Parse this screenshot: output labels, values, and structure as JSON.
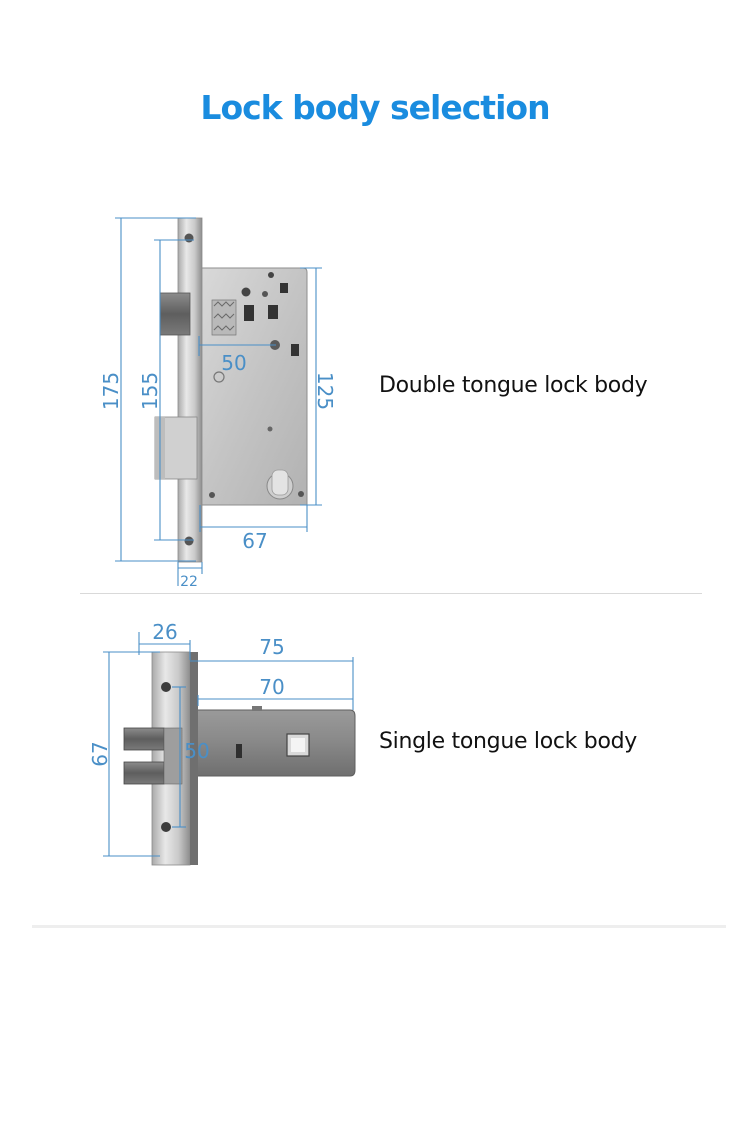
{
  "title": "Lock body selection",
  "double": {
    "caption": "Double tongue lock body",
    "dims": {
      "d175": "175",
      "d155": "155",
      "d50": "50",
      "d125": "125",
      "d67": "67",
      "d22": "22"
    }
  },
  "single": {
    "caption": "Single tongue lock body",
    "dims": {
      "d26": "26",
      "d75": "75",
      "d70": "70",
      "d67": "67",
      "d50": "50"
    }
  },
  "colors": {
    "title": "#1a8cdf",
    "dimension": "#4a8fc7"
  }
}
